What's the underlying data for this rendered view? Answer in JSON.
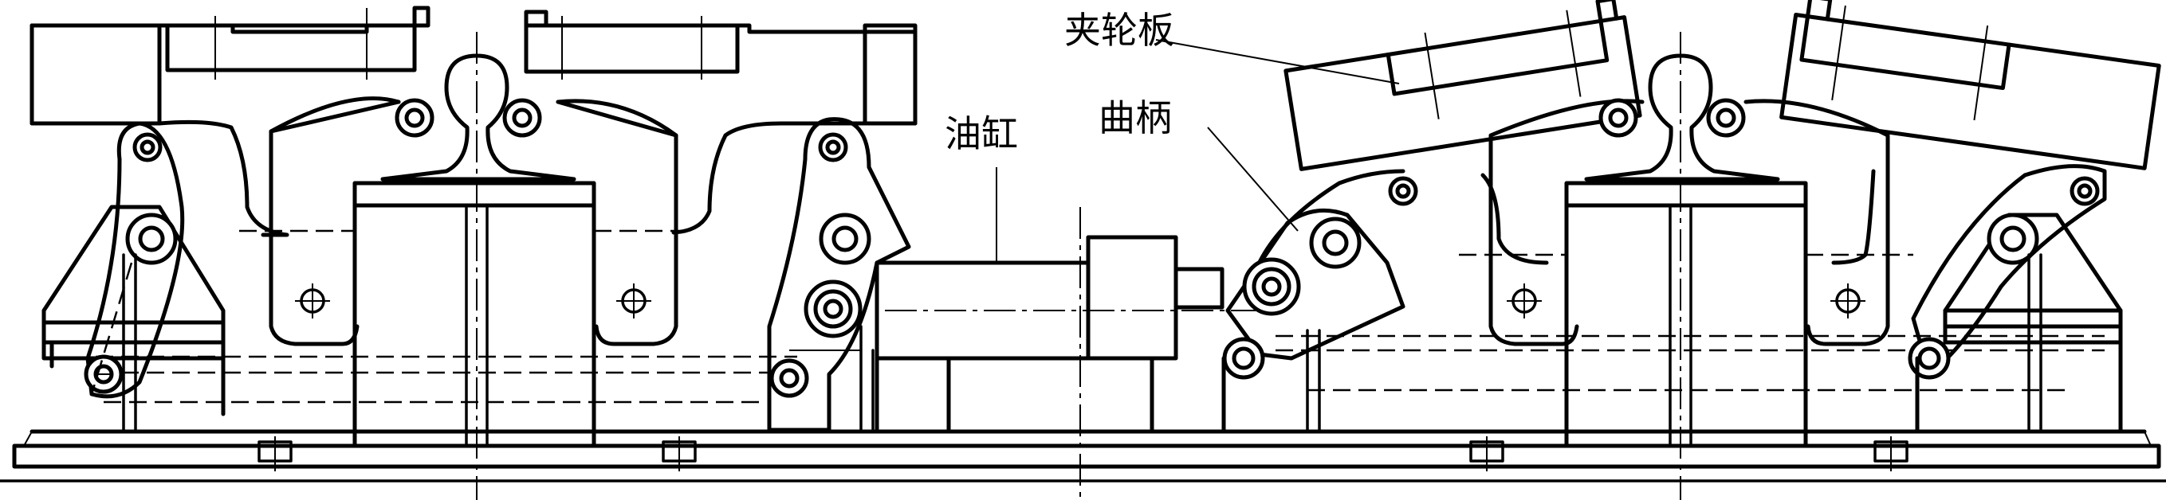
{
  "labels": {
    "clamp_plate": "夹轮板",
    "oil_cylinder": "油缸",
    "crank": "曲柄"
  },
  "colors": {
    "line": "#000000",
    "background": "#ffffff"
  }
}
